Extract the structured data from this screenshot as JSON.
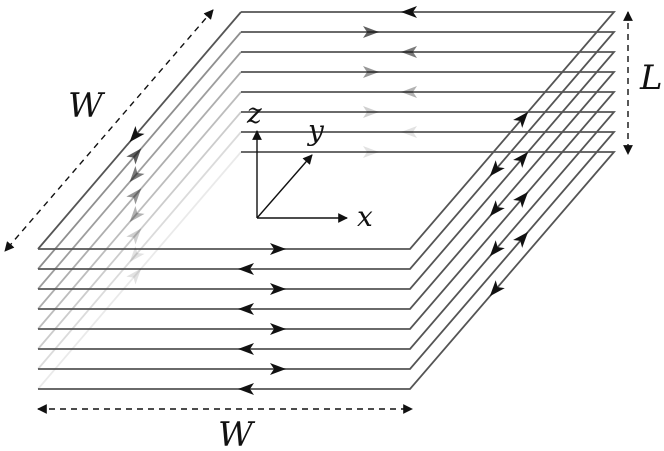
{
  "labels": {
    "width_bottom": "W",
    "width_side": "W",
    "spacing": "L",
    "axis_x": "x",
    "axis_y": "y",
    "axis_z": "z"
  },
  "diagram": {
    "layer_count": 8,
    "stroke_color": "#555555",
    "arrow_color": "#111111",
    "background": "#ffffff"
  }
}
